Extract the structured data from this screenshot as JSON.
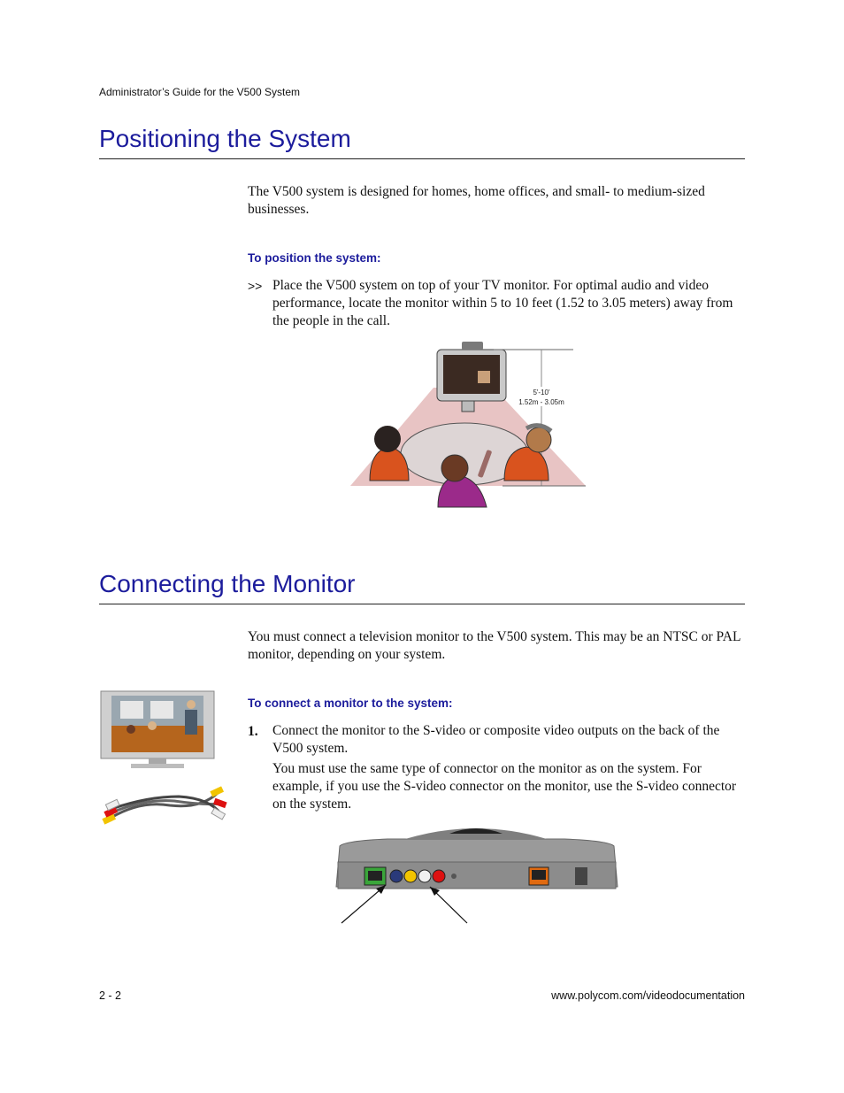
{
  "header": {
    "running_title": "Administrator’s Guide for the V500 System"
  },
  "section1": {
    "title": "Positioning the System",
    "intro": "The V500 system is designed for homes, home offices, and small- to medium-sized businesses.",
    "procedure_title": "To position the system:",
    "bullet_marker": ">>",
    "bullet_text": "Place the V500 system on top of your TV monitor. For optimal audio and video performance, locate the monitor within 5 to 10 feet (1.52 to 3.05 meters) away from the people in the call.",
    "figure": {
      "distance_feet": "5'-10'",
      "distance_meters": "1.52m - 3.05m"
    }
  },
  "section2": {
    "title": "Connecting the Monitor",
    "intro": "You must connect a television monitor to the V500 system. This may be an NTSC or PAL monitor, depending on your system.",
    "procedure_title": "To connect a monitor to the system:",
    "step_number": "1.",
    "step_text": "Connect the monitor to the S-video or composite video outputs on the back of the V500 system.",
    "step_note": "You must use the same type of connector on the monitor as on the system. For example, if you use the S-video connector on the monitor, use the S-video connector on the system."
  },
  "footer": {
    "page_number": "2 - 2",
    "url": "www.polycom.com/videodocumentation"
  }
}
